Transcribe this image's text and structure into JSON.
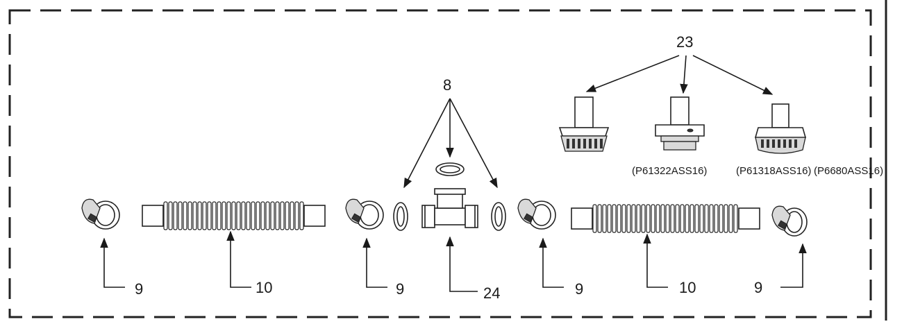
{
  "callouts": {
    "c9a": "9",
    "c10a": "10",
    "c9b": "9",
    "c24": "24",
    "c9c": "9",
    "c10b": "10",
    "c9d": "9",
    "c8": "8",
    "c23": "23"
  },
  "captions": {
    "strainer_a": "(P61322ASS16)",
    "strainer_b": "(P61318ASS16)",
    "strainer_c": "(P6680ASS16)"
  },
  "colors": {
    "line": "#1a1a1a",
    "fill_gray": "#d9d9d9",
    "background": "#ffffff"
  }
}
